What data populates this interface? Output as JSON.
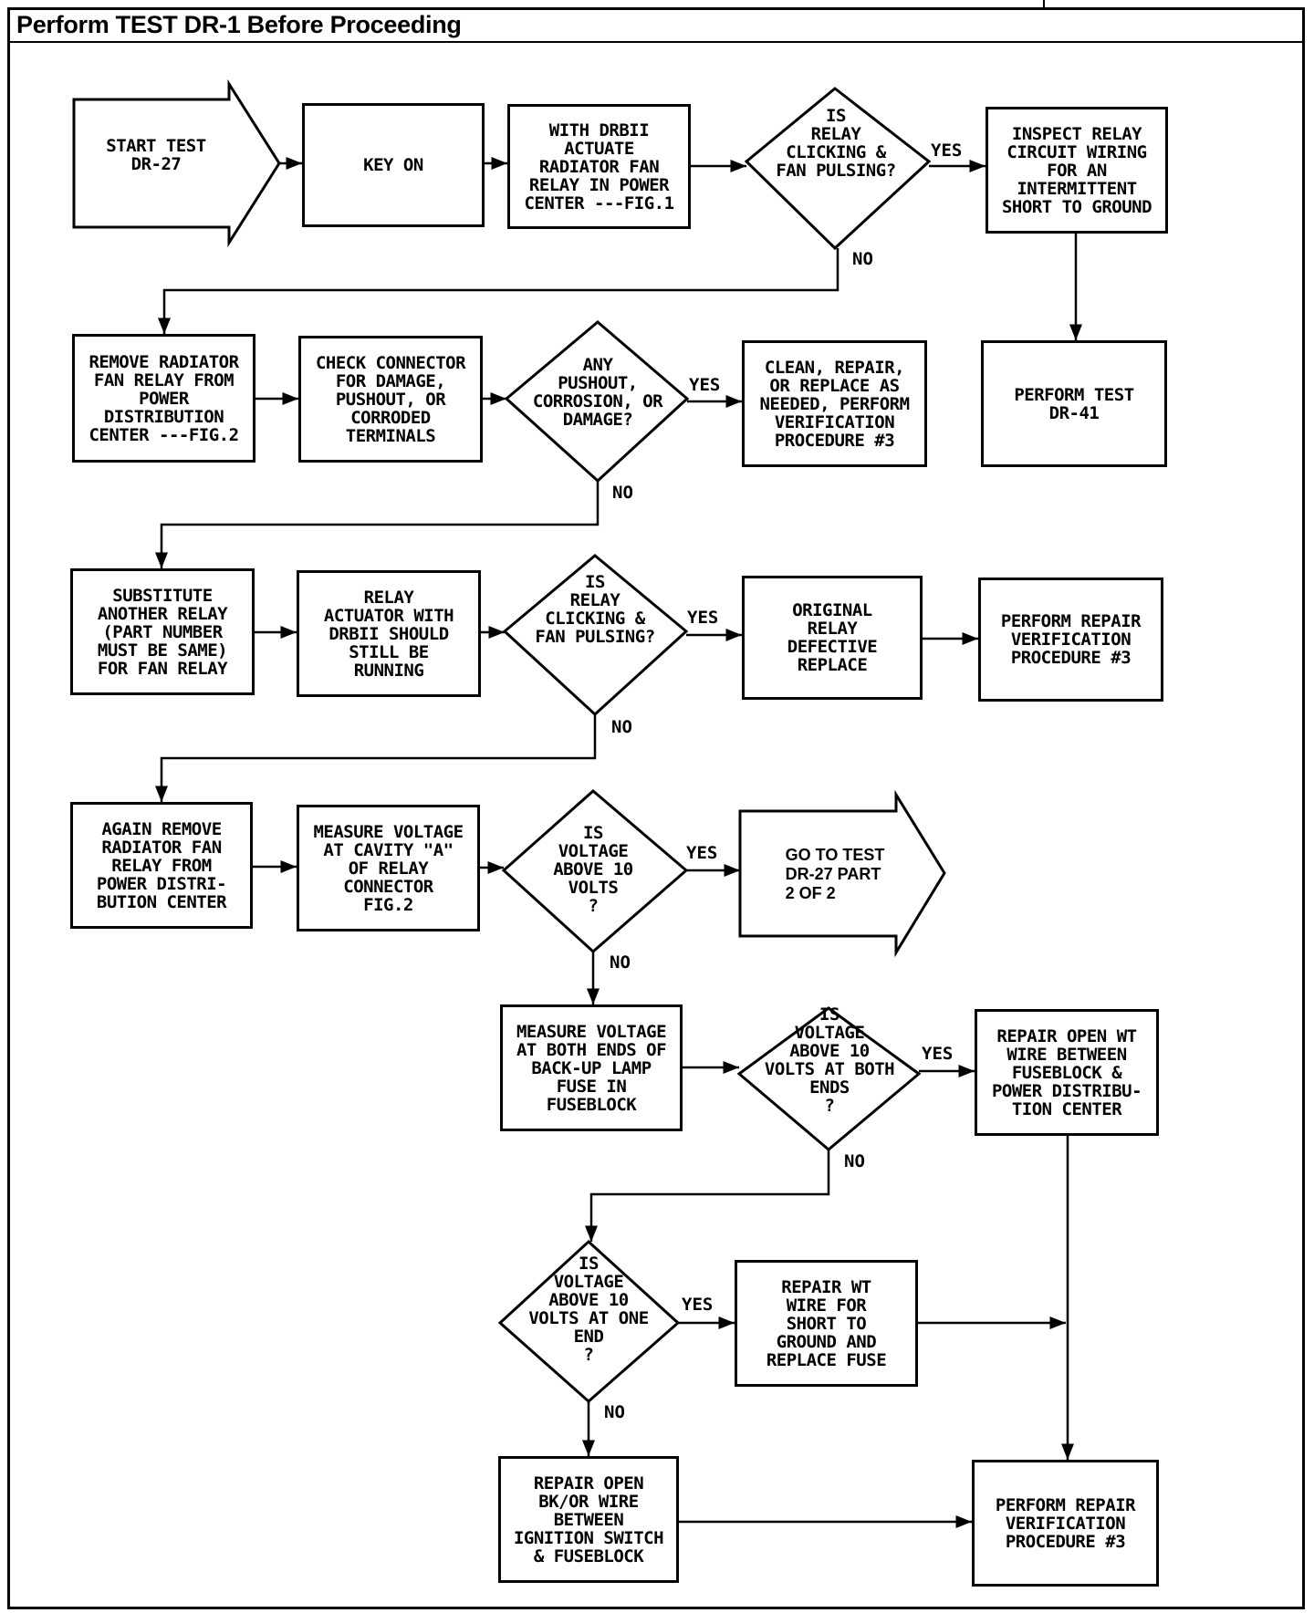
{
  "header": {
    "title": "Perform TEST DR-1 Before Proceeding"
  },
  "nodes": {
    "start": "START TEST\nDR-27",
    "key_on": "KEY ON",
    "actuate": "WITH DRBII\nACTUATE\nRADIATOR FAN\nRELAY IN POWER\nCENTER ---FIG.1",
    "q_relay1": "IS\nRELAY\nCLICKING &\nFAN PULSING?",
    "inspect": "INSPECT RELAY\nCIRCUIT WIRING\nFOR AN\nINTERMITTENT\nSHORT TO GROUND",
    "remove_relay": "REMOVE RADIATOR\nFAN RELAY FROM\nPOWER\nDISTRIBUTION\nCENTER ---FIG.2",
    "check_connector": "CHECK CONNECTOR\nFOR DAMAGE,\nPUSHOUT, OR\nCORRODED\nTERMINALS",
    "q_damage": "ANY\nPUSHOUT,\nCORROSION, OR\nDAMAGE?",
    "clean_repair": "CLEAN, REPAIR,\nOR REPLACE AS\nNEEDED, PERFORM\nVERIFICATION\nPROCEDURE #3",
    "dr41": "PERFORM TEST\nDR-41",
    "substitute": "SUBSTITUTE\nANOTHER RELAY\n(PART NUMBER\nMUST BE SAME)\nFOR FAN RELAY",
    "relay_running": "RELAY\nACTUATOR WITH\nDRBII SHOULD\nSTILL BE\nRUNNING",
    "q_relay2": "IS\nRELAY\nCLICKING &\nFAN PULSING?",
    "original_defective": "ORIGINAL\nRELAY\nDEFECTIVE\nREPLACE",
    "verify1": "PERFORM REPAIR\nVERIFICATION\nPROCEDURE #3",
    "again_remove": "AGAIN REMOVE\nRADIATOR FAN\nRELAY FROM\nPOWER DISTRI-\nBUTION CENTER",
    "measure_cavity": "MEASURE VOLTAGE\nAT CAVITY \"A\"\nOF RELAY\nCONNECTOR\nFIG.2",
    "q_volt10": "IS\nVOLTAGE\nABOVE 10\nVOLTS\n?",
    "goto_part2": "GO TO TEST\nDR-27 PART\n2 OF 2",
    "measure_fuse": "MEASURE VOLTAGE\nAT BOTH ENDS OF\nBACK-UP LAMP\nFUSE IN\nFUSEBLOCK",
    "q_both_ends": "IS\nVOLTAGE\nABOVE 10\nVOLTS AT BOTH\nENDS\n?",
    "repair_open_wt": "REPAIR OPEN WT\nWIRE BETWEEN\nFUSEBLOCK &\nPOWER DISTRIBU-\nTION CENTER",
    "q_one_end": "IS\nVOLTAGE\nABOVE 10\nVOLTS AT ONE\nEND\n?",
    "repair_wt_short": "REPAIR WT\nWIRE FOR\nSHORT TO\nGROUND AND\nREPLACE FUSE",
    "repair_bkor": "REPAIR OPEN\nBK/OR WIRE\nBETWEEN\nIGNITION SWITCH\n& FUSEBLOCK",
    "verify2": "PERFORM REPAIR\nVERIFICATION\nPROCEDURE #3"
  },
  "labels": {
    "yes": "YES",
    "no": "NO"
  }
}
